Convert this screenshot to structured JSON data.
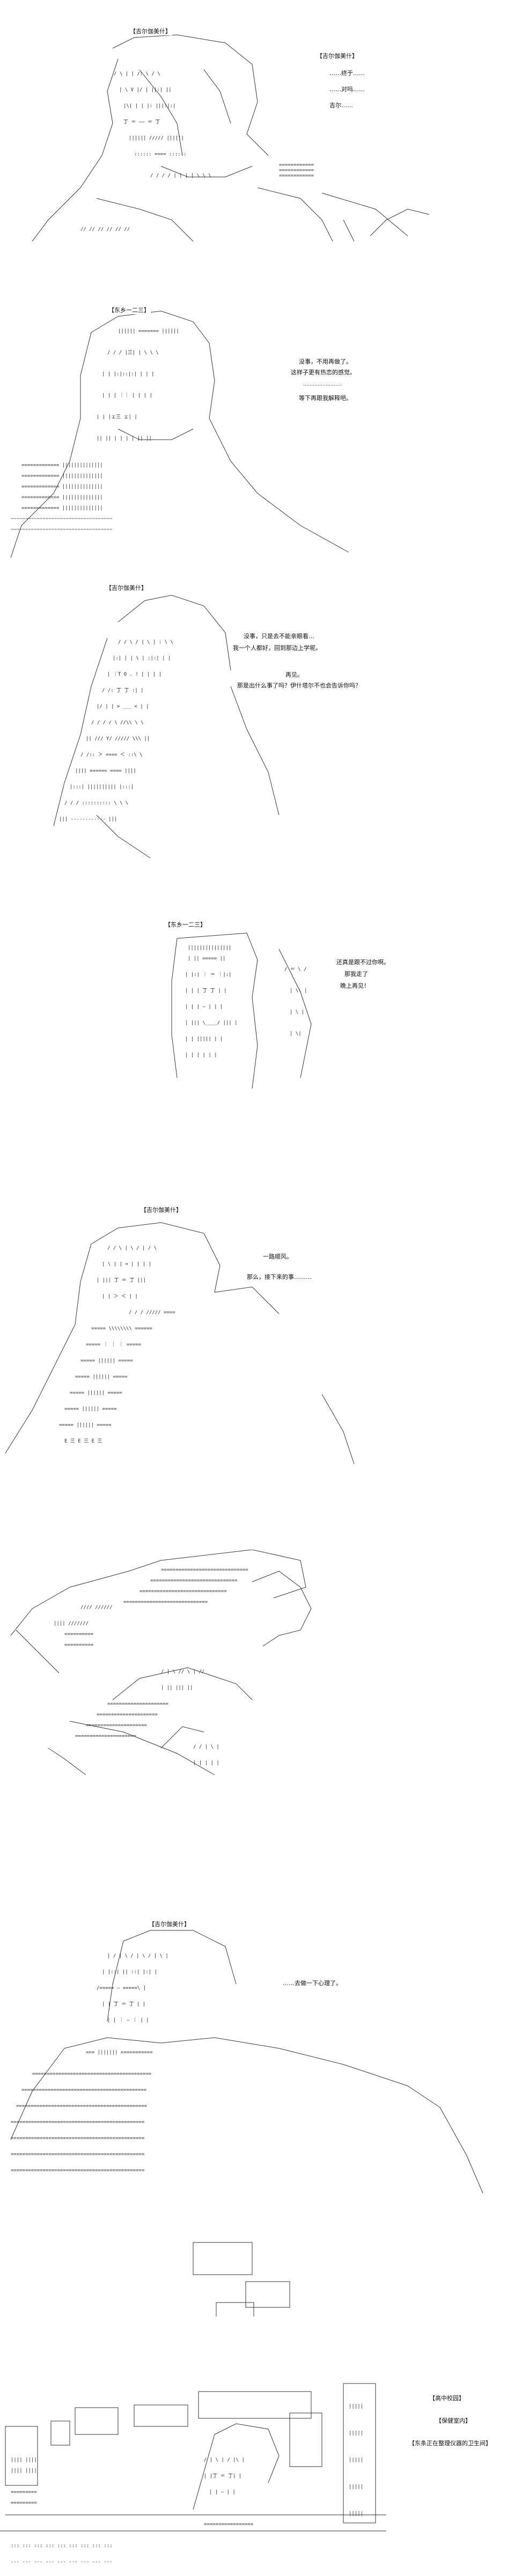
{
  "panels": [
    {
      "speaker_tag": "【吉尔伽美什】",
      "lines": [
        "【吉尔伽美什】",
        "……终于……",
        "……对吗……",
        "吉尔……"
      ]
    },
    {
      "speaker_tag": "【东乡一二三】",
      "lines": [
        "没事，不用再做了。",
        "这样子更有热恋的感觉。",
        "等下再跟我解释吧。"
      ]
    },
    {
      "speaker_tag": "【吉尔伽美什】",
      "lines": [
        "没事，只是去不能亲眼看…",
        "我一个人都好，回到那边上学呢。",
        "再见。",
        "那是出什么事了吗？伊什塔尔不也会告诉你吗？"
      ]
    },
    {
      "speaker_tag": "【东乡一二三】",
      "lines": [
        "还真是跟不过你啊。",
        "那我走了",
        "晚上再见！"
      ]
    },
    {
      "speaker_tag": "【吉尔伽美什】",
      "lines": [
        "一路顺风。",
        "那么，接下来的事………"
      ]
    },
    {
      "speaker_tag": "",
      "lines": []
    },
    {
      "speaker_tag": "【吉尔伽美什】",
      "lines": [
        "……去做一下心理了。"
      ]
    },
    {
      "speaker_tag": "",
      "lines": [
        "【高中校园】",
        "【保健室内】",
        "【东条正在整理仪器的卫生间】"
      ]
    }
  ]
}
